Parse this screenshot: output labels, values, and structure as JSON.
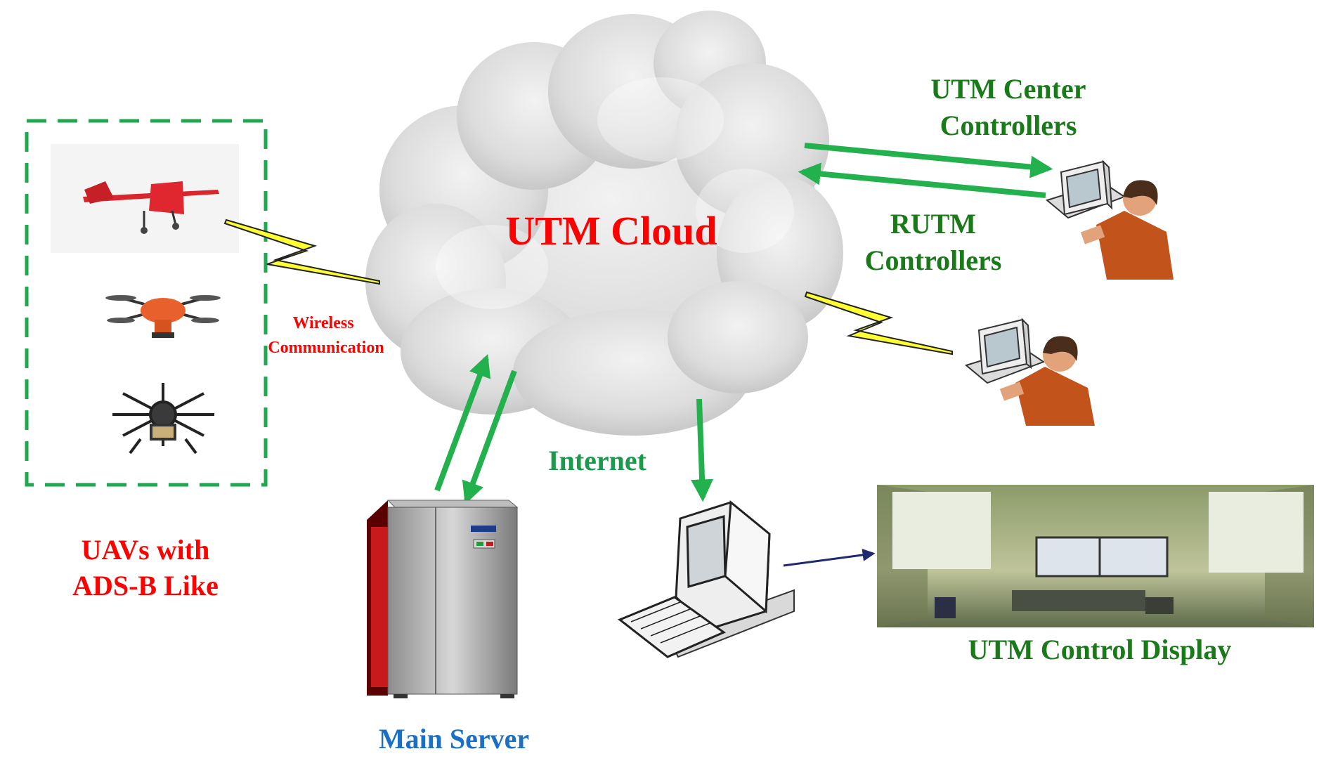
{
  "labels": {
    "cloud": "UTM Cloud",
    "wireless_line1": "Wireless",
    "wireless_line2": "Communication",
    "uav_group_line1": "UAVs with",
    "uav_group_line2": "ADS-B Like",
    "internet": "Internet",
    "main_server": "Main Server",
    "center_line1": "UTM Center",
    "center_line2": "Controllers",
    "rutm_line1": "RUTM",
    "rutm_line2": "Controllers",
    "display": "UTM Control Display"
  },
  "colors": {
    "red": "#ff0000",
    "green": "#1a7a1a",
    "blue": "#1b6fc4",
    "arrow_green": "#22b14c",
    "dashed_green": "#1fa84f",
    "lightning_yellow": "#ffff33",
    "cloud_gray": "#d9d9d9"
  },
  "icons": [
    "fixed-wing-uav-icon",
    "quadcopter-icon",
    "octocopter-icon",
    "main-server-icon",
    "workstation-icon",
    "controller-operator-icon",
    "control-room-photo",
    "lightning-bolt-icon"
  ]
}
